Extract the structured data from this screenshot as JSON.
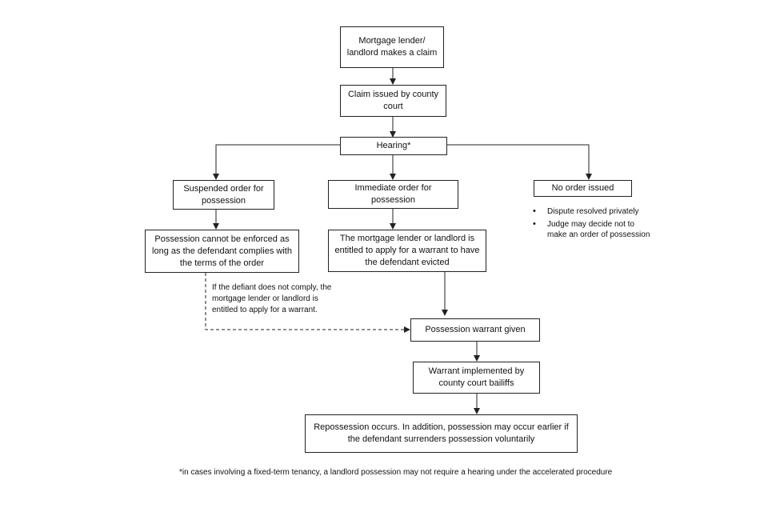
{
  "nodes": {
    "claim": "Mortgage lender/ landlord makes a claim",
    "issued": "Claim issued by county court",
    "hearing": "Hearing*",
    "suspended": "Suspended order for possession",
    "immediate": "Immediate order for possession",
    "no_order": "No order issued",
    "cannot_enforce": "Possession cannot be enforced as long as the defendant complies with the terms of the order",
    "entitled": "The mortgage lender or landlord is entitled to apply for a warrant to have the defendant evicted",
    "warrant_given": "Possession warrant given",
    "implemented": "Warrant implemented by county court bailiffs",
    "repossession": "Repossession occurs. In addition, possession may occur earlier if the defendant surrenders possession voluntarily"
  },
  "no_order_notes": [
    "Dispute resolved privately",
    "Judge may decide not to make an order of possession"
  ],
  "dashed_note": "If the defiant does not comply, the mortgage lender or landlord is entitled to apply for a warrant.",
  "footnote": "*in cases involving a fixed-term tenancy, a landlord possession may not require a hearing under the accelerated procedure"
}
